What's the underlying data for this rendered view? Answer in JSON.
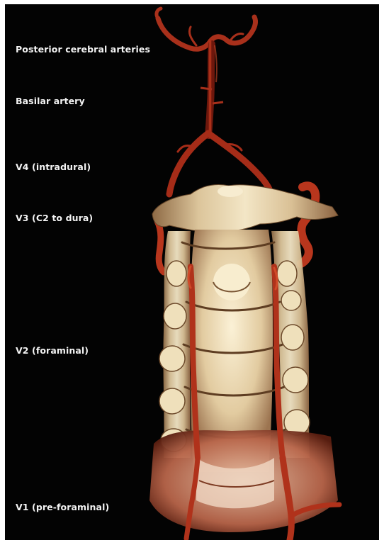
{
  "image": {
    "background": "#030303",
    "bone_color": "#e9d9b4",
    "artery_color": "#b0301a"
  },
  "labels": {
    "posterior_cerebral_arteries": "Posterior cerebral arteries",
    "basilar_artery": "Basilar artery",
    "v4": "V4 (intradural)",
    "v3": "V3 (C2 to dura)",
    "v2": "V2 (foraminal)",
    "v1": "V1 (pre-foraminal)"
  }
}
